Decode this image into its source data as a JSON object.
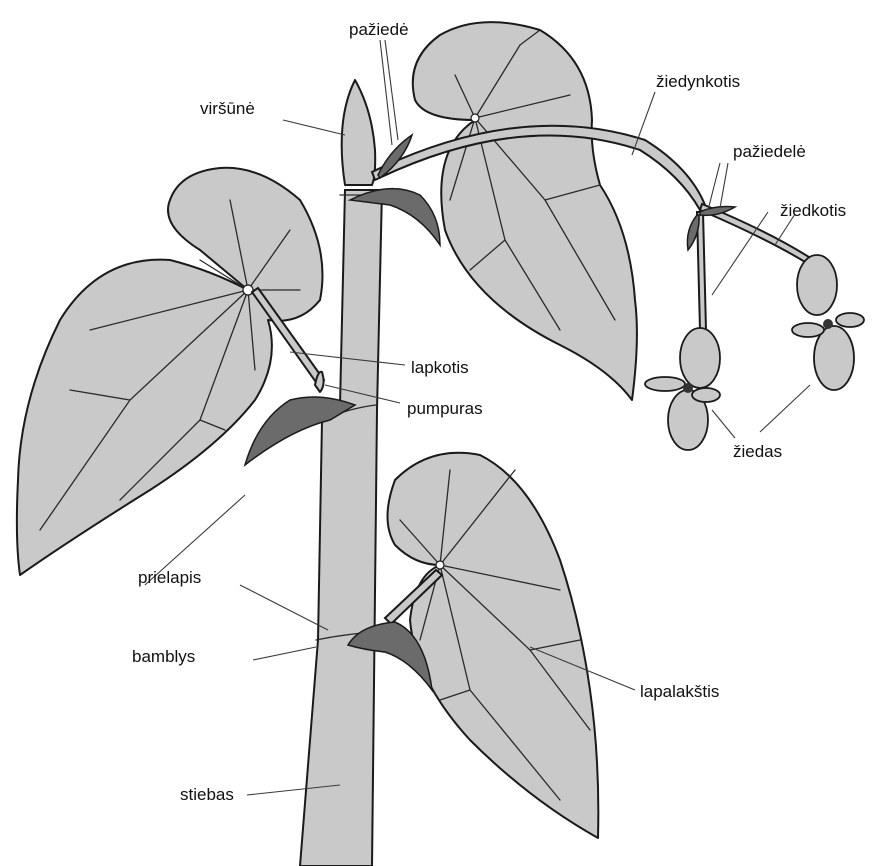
{
  "labels": {
    "paziede": "pažiedė",
    "virsune": "viršūnė",
    "ziedynkotis": "žiedynkotis",
    "paziedele": "pažiedelė",
    "ziedkotis": "žiedkotis",
    "lapkotis": "lapkotis",
    "pumpuras": "pumpuras",
    "ziedas": "žiedas",
    "prielapis": "prielapis",
    "bamblys": "bamblys",
    "lapalakstis": "lapalakštis",
    "stiebas": "stiebas"
  },
  "colors": {
    "plant_fill": "#c9c9c9",
    "dark_parts": "#6b6b6b",
    "outline": "#1a1a1a"
  }
}
